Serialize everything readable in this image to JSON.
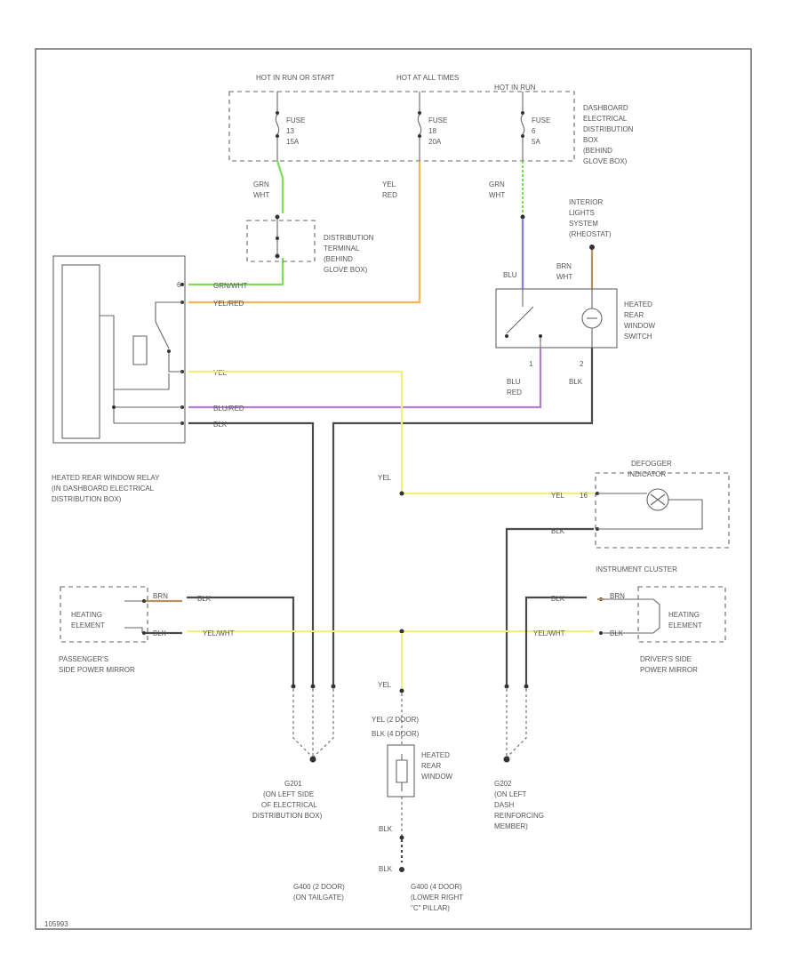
{
  "diagram": {
    "colors": {
      "wire_black": "#4a4a4a",
      "wire_green": "#7fdc5a",
      "wire_orange": "#f5b35a",
      "wire_yellow": "#f2f07a",
      "wire_blue": "#7f7fe8",
      "wire_purple": "#b27fd6",
      "wire_brown": "#b89060"
    },
    "fuse_box": {
      "feeds": [
        "HOT IN RUN OR START",
        "HOT AT ALL TIMES",
        "HOT IN RUN"
      ],
      "fuses": [
        {
          "name": "FUSE",
          "number": "13",
          "rating": "15A"
        },
        {
          "name": "FUSE",
          "number": "18",
          "rating": "20A"
        },
        {
          "name": "FUSE",
          "number": "6",
          "rating": "5A"
        }
      ],
      "label": [
        "DASHBOARD",
        "ELECTRICAL",
        "DISTRIBUTION",
        "BOX",
        "(BEHIND",
        "GLOVE BOX)"
      ]
    },
    "wire_labels": {
      "grn_wht_1": [
        "GRN",
        "WHT"
      ],
      "yel_red": [
        "YEL",
        "RED"
      ],
      "grn_wht_2": [
        "GRN",
        "WHT"
      ],
      "grn_wht_relay": "GRN/WHT",
      "yel_red_relay": "YEL/RED",
      "yel": "YEL",
      "blu_red": "BLU/RED",
      "blk": "BLK",
      "blu": "BLU",
      "brn_wht": [
        "BRN",
        "WHT"
      ],
      "blu_red_switch": [
        "BLU",
        "RED"
      ],
      "blk_switch": "BLK",
      "yel_mid": "YEL",
      "yel_cluster": "YEL",
      "blk_cluster": "BLK",
      "brn_l": "BRN",
      "blk_l": "BLK",
      "blk_l2": "BLK",
      "yel_wht_l": "YEL/WHT",
      "blk_r": "BLK",
      "brn_r": "BRN",
      "yel_wht_r": "YEL/WHT",
      "blk_r2": "BLK",
      "yel_down": "YEL",
      "yel_2door": "YEL (2 DOOR)",
      "blk_4door": "BLK (4 DOOR)",
      "blk_low1": "BLK",
      "blk_low2": "BLK"
    },
    "pins": {
      "switch_1": "1",
      "switch_2": "2",
      "cluster_16": "16"
    },
    "distribution_terminal": [
      "DISTRIBUTION",
      "TERMINAL",
      "(BEHIND",
      "GLOVE BOX)"
    ],
    "interior_lights": [
      "INTERIOR",
      "LIGHTS",
      "SYSTEM",
      "(RHEOSTAT)"
    ],
    "heated_switch": [
      "HEATED",
      "REAR",
      "WINDOW",
      "SWITCH"
    ],
    "relay_label": [
      "HEATED REAR WINDOW RELAY",
      "(IN DASHBOARD ELECTRICAL",
      "DISTRIBUTION BOX)"
    ],
    "defogger": [
      "DEFOGGER",
      "INDICATOR"
    ],
    "instrument_cluster": "INSTRUMENT CLUSTER",
    "left_element": [
      "HEATING",
      "ELEMENT"
    ],
    "right_element": [
      "HEATING",
      "ELEMENT"
    ],
    "passenger_mirror": [
      "PASSENGER'S",
      "SIDE POWER MIRROR"
    ],
    "driver_mirror": [
      "DRIVER'S SIDE",
      "POWER MIRROR"
    ],
    "rear_window": [
      "HEATED",
      "REAR",
      "WINDOW"
    ],
    "ground_g201": [
      "G201",
      "(ON LEFT SIDE",
      "OF ELECTRICAL",
      "DISTRIBUTION BOX)"
    ],
    "ground_g202": [
      "G202",
      "(ON LEFT",
      "DASH",
      "REINFORCING",
      "MEMBER)"
    ],
    "ground_g400": [
      "G400 (2 DOOR)",
      "(ON TAILGATE)"
    ],
    "ground_g401": [
      "G400 (4 DOOR)",
      "(LOWER RIGHT",
      "\"C\" PILLAR)"
    ],
    "footer_code": "105993"
  }
}
